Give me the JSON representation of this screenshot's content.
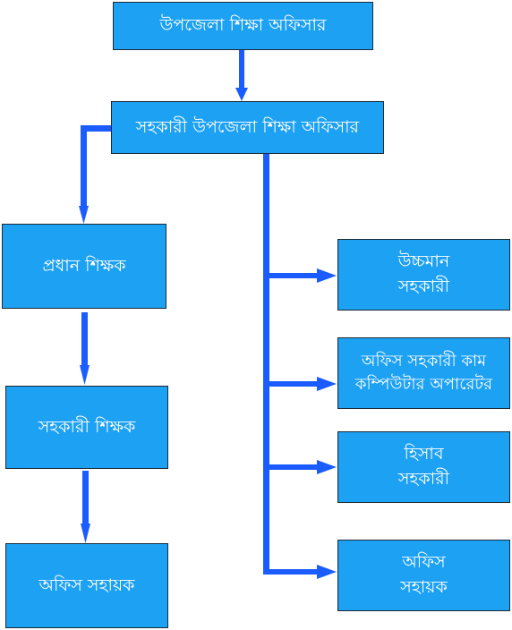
{
  "colors": {
    "box_fill": "#1da1f2",
    "box_border": "#1a2a3a",
    "text": "#ffffff",
    "connector": "#1a5cff"
  },
  "nodes": {
    "upazila_education_officer": {
      "label": "উপজেলা শিক্ষা অফিসার"
    },
    "assistant_upazila_education_officer": {
      "label": "সহকারী উপজেলা শিক্ষা অফিসার"
    },
    "head_teacher": {
      "label": "প্রধান শিক্ষক"
    },
    "assistant_teacher": {
      "label": "সহকারী শিক্ষক"
    },
    "office_assistant_left": {
      "label": "অফিস সহায়ক"
    },
    "upper_division_assistant": {
      "line1": "উচ্চমান",
      "line2": "সহকারী"
    },
    "office_assistant_computer_operator": {
      "line1": "অফিস সহকারী কাম",
      "line2": "কম্পিউটার অপারেটর"
    },
    "accounts_assistant": {
      "line1": "হিসাব",
      "line2": "সহকারী"
    },
    "office_assistant_right": {
      "line1": "অফিস",
      "line2": "সহায়ক"
    }
  }
}
